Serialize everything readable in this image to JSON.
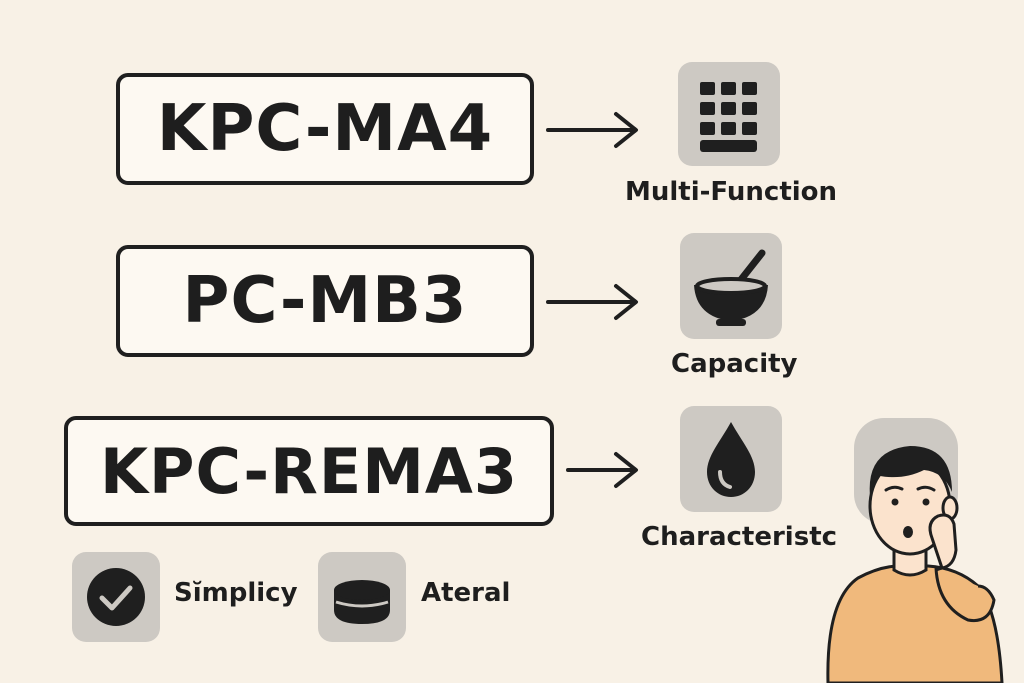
{
  "models": [
    {
      "name": "KPC-MA4",
      "feature": "Multi-Function",
      "icon": "keypad-icon"
    },
    {
      "name": "PC-MB3",
      "feature": "Capacity",
      "icon": "bowl-icon"
    },
    {
      "name": "KPC-REMA3",
      "feature": "Characteristc",
      "icon": "droplet-icon"
    }
  ],
  "extras": [
    {
      "label": "Sĭmplicy",
      "icon": "checkmark-icon"
    },
    {
      "label": "Ateral",
      "icon": "pot-icon"
    }
  ],
  "colors": {
    "background": "#f8f1e6",
    "box_fill": "#fdf9f2",
    "ink": "#1f1f1f",
    "tile": "#cdc9c3",
    "shirt": "#f0b97c"
  }
}
